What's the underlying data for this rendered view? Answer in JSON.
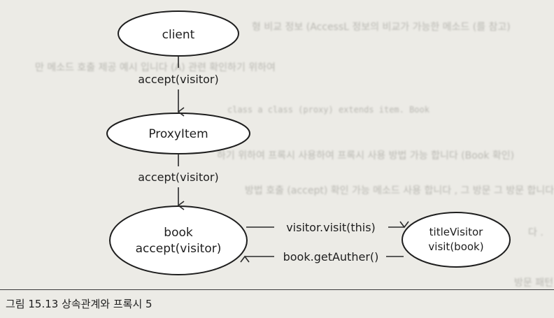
{
  "nodes": {
    "client": {
      "label": "client"
    },
    "proxy": {
      "label": "ProxyItem"
    },
    "book": {
      "label_line1": "book",
      "label_line2": "accept(visitor)"
    },
    "title_visitor": {
      "label_line1": "titleVisitor",
      "label_line2": "visit(book)"
    }
  },
  "edges": {
    "client_to_proxy": "accept(visitor)",
    "proxy_to_book": "accept(visitor)",
    "book_to_visitor": "visitor.visit(this)",
    "visitor_to_book": "book.getAuther()"
  },
  "caption": "그림 15.13 상속관계와 프록시 5",
  "bleed_through": [
    "형 비교 정보 (AccessL 정보의 비교가 가능한 메소드 (를 참고)",
    "만 메소드 호출 제공 예시 입니다 (A) 관련 확인하기 위하여",
    "class a class (proxy) extends item. Book",
    "하기 위하여 프록시 사용하여 프록시 사용 방법 가능 합니다 (Book 확인)",
    "방법 호출 (accept) 확인 가능 메소드 사용 합니다 , 그 방문 그 방문 합니다",
    "다 .",
    "방문 패턴"
  ]
}
